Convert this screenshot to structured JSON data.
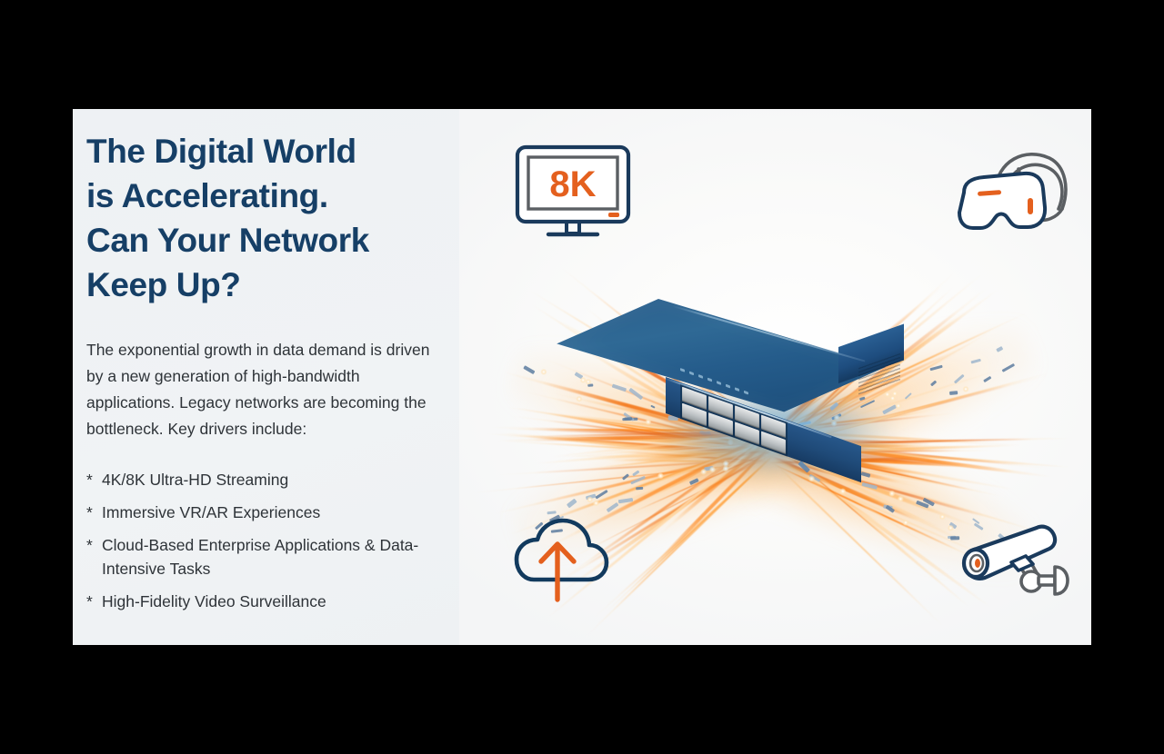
{
  "slide": {
    "headline": "The Digital World is Accelerating. Can Your Network Keep Up?",
    "headline_lines": [
      "The Digital World",
      "is Accelerating.",
      "Can Your Network",
      "Keep Up?"
    ],
    "body": "The exponential growth in data demand is driven by a new generation of high-bandwidth applications. Legacy networks are becoming the bottleneck. Key drivers include:",
    "bullet_marker": "*",
    "drivers": [
      "4K/8K Ultra-HD Streaming",
      "Immersive VR/AR Experiences",
      "Cloud-Based Enterprise Applications & Data-Intensive Tasks",
      "High-Fidelity Video Surveillance"
    ]
  },
  "illustration": {
    "center_device": "network-switch",
    "monitor_label": "8K",
    "icons": [
      {
        "name": "monitor-8k-icon",
        "position": "top-left"
      },
      {
        "name": "vr-headset-icon",
        "position": "top-right"
      },
      {
        "name": "cloud-upload-icon",
        "position": "bottom-left"
      },
      {
        "name": "security-camera-icon",
        "position": "bottom-right"
      }
    ]
  },
  "colors": {
    "headline_navy": "#163f66",
    "body_gray": "#2e3338",
    "accent_orange": "#e4601e",
    "icon_navy": "#1a3a5c",
    "icon_gray": "#4f5458",
    "card_bg": "#eff2f4",
    "page_bg": "#000000",
    "switch_blue": "#2a5f90",
    "glow_cyan": "#5abeff"
  }
}
